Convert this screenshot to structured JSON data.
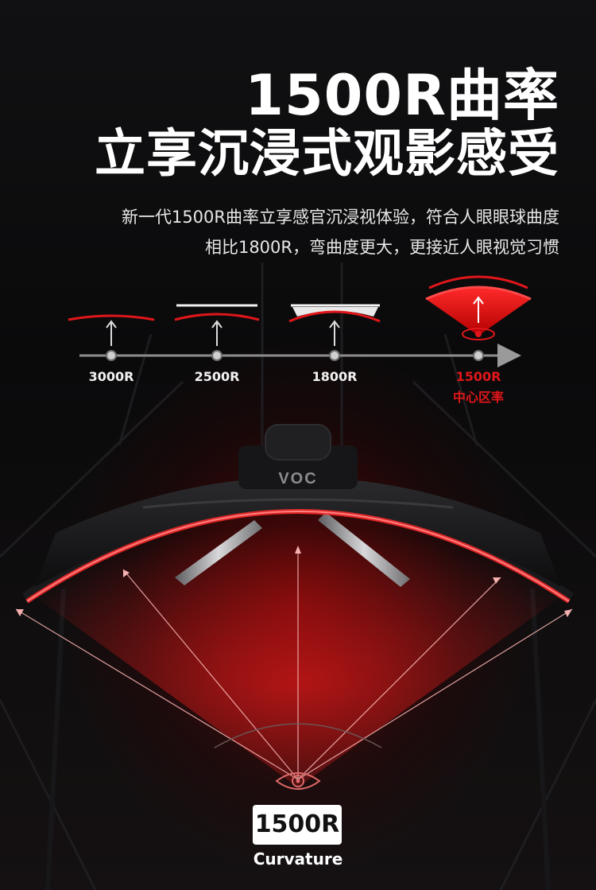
{
  "headline": {
    "line1": "1500R曲率",
    "line2": "立享沉浸式观影感受"
  },
  "description": {
    "line1": "新一代1500R曲率立享感官沉浸视体验，符合人眼眼球曲度",
    "line2": "相比1800R，弯曲度更大，更接近人眼视觉习惯"
  },
  "curvature_scale": {
    "items": [
      {
        "label": "3000R"
      },
      {
        "label": "2500R"
      },
      {
        "label": "1800R"
      },
      {
        "label": "1500R",
        "sublabel": "中心区率"
      }
    ]
  },
  "monitor": {
    "brand_logo": "VOC"
  },
  "badge": {
    "value": "1500R",
    "caption": "Curvature"
  },
  "icons": [
    "eye-icon",
    "up-arrow-icon"
  ],
  "colors": {
    "background": "#0b0b0c",
    "accent_red": "#e0161a",
    "text": "#ffffff"
  }
}
